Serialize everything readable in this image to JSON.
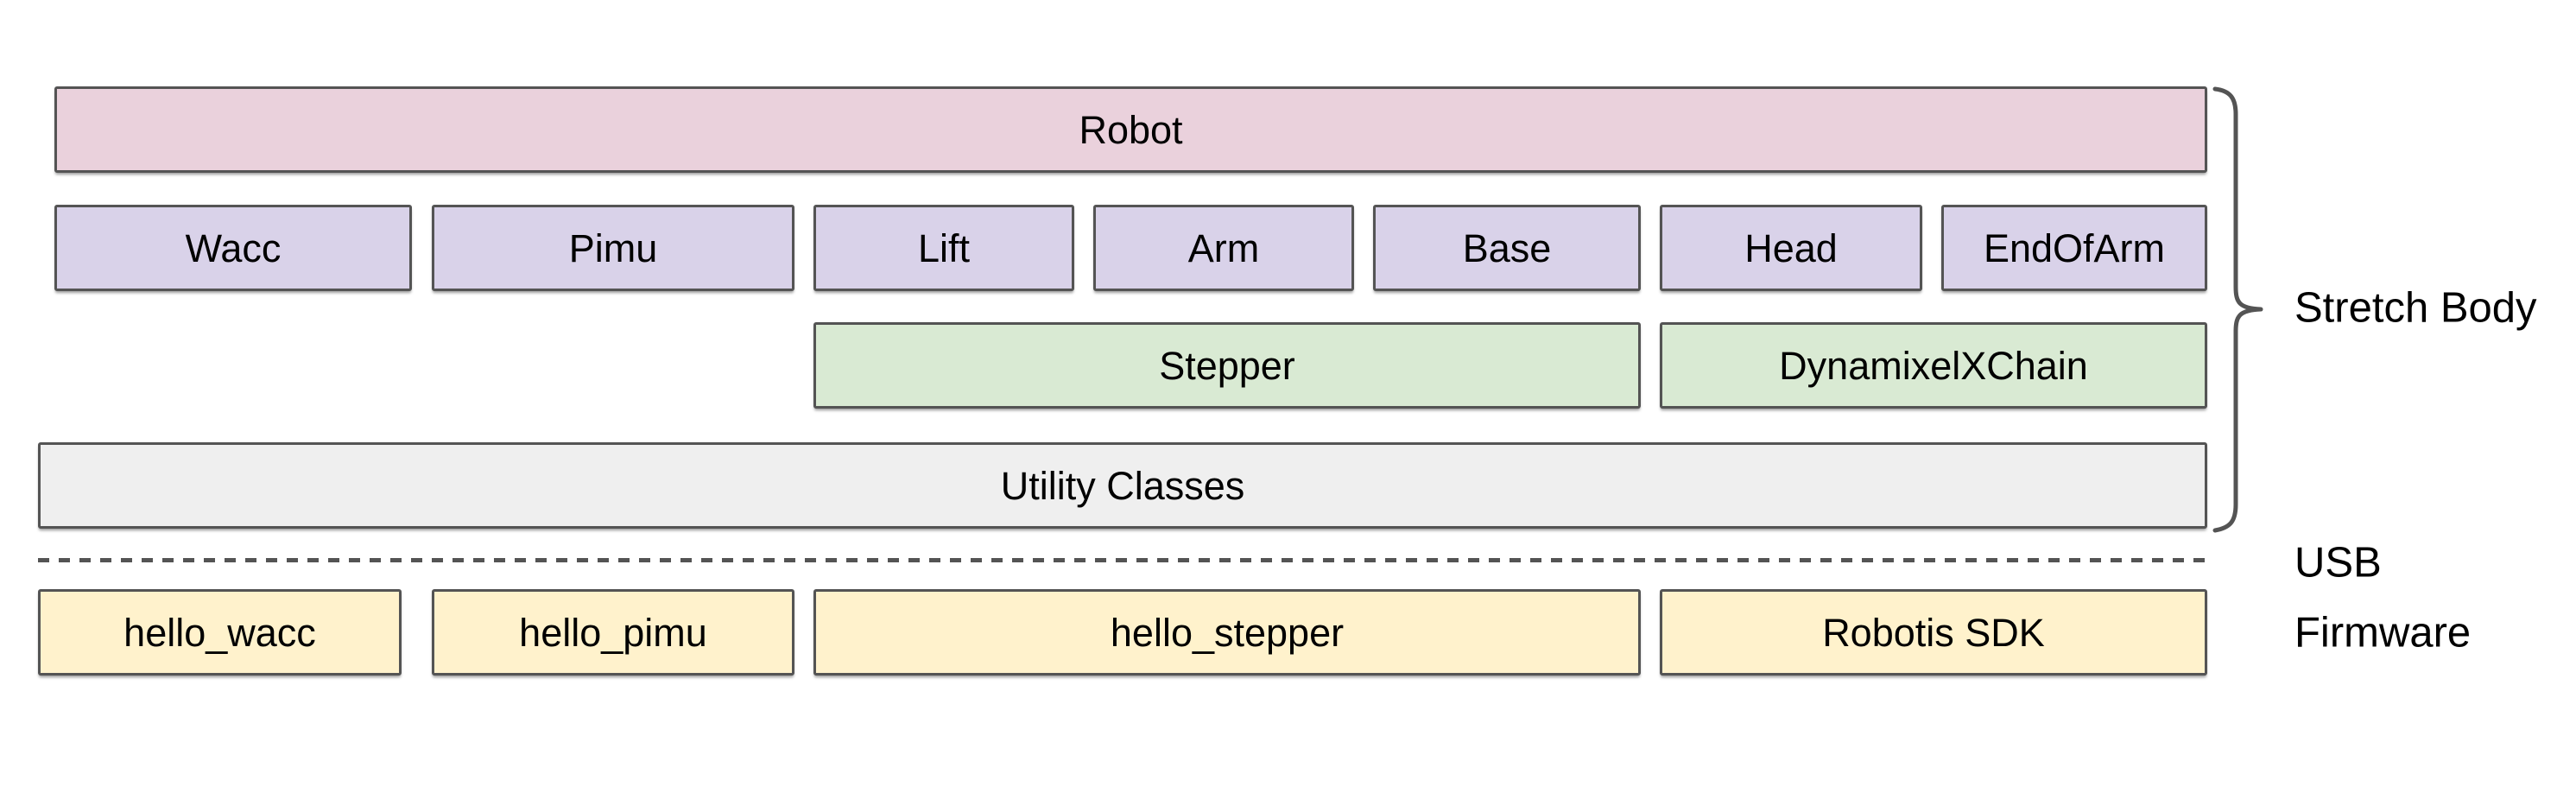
{
  "diagram": {
    "robot_box": {
      "label": "Robot"
    },
    "device_row": [
      {
        "label": "Wacc"
      },
      {
        "label": "Pimu"
      },
      {
        "label": "Lift"
      },
      {
        "label": "Arm"
      },
      {
        "label": "Base"
      },
      {
        "label": "Head"
      },
      {
        "label": "EndOfArm"
      }
    ],
    "transport_row": [
      {
        "label": "Stepper"
      },
      {
        "label": "DynamixelXChain"
      }
    ],
    "utility_box": {
      "label": "Utility Classes"
    },
    "firmware_row": [
      {
        "label": "hello_wacc"
      },
      {
        "label": "hello_pimu"
      },
      {
        "label": "hello_stepper"
      },
      {
        "label": "Robotis SDK"
      }
    ],
    "annotations": {
      "stretch_body": "Stretch Body",
      "usb": "USB",
      "firmware": "Firmware"
    },
    "colors": {
      "robot_fill": "#EAD1DC",
      "device_fill": "#D9D2E9",
      "transport_fill": "#D9EAD3",
      "utility_fill": "#EFEFEF",
      "firmware_fill": "#FFF2CC",
      "border": "#545454",
      "text": "#000000",
      "background": "#FFFFFF"
    }
  }
}
